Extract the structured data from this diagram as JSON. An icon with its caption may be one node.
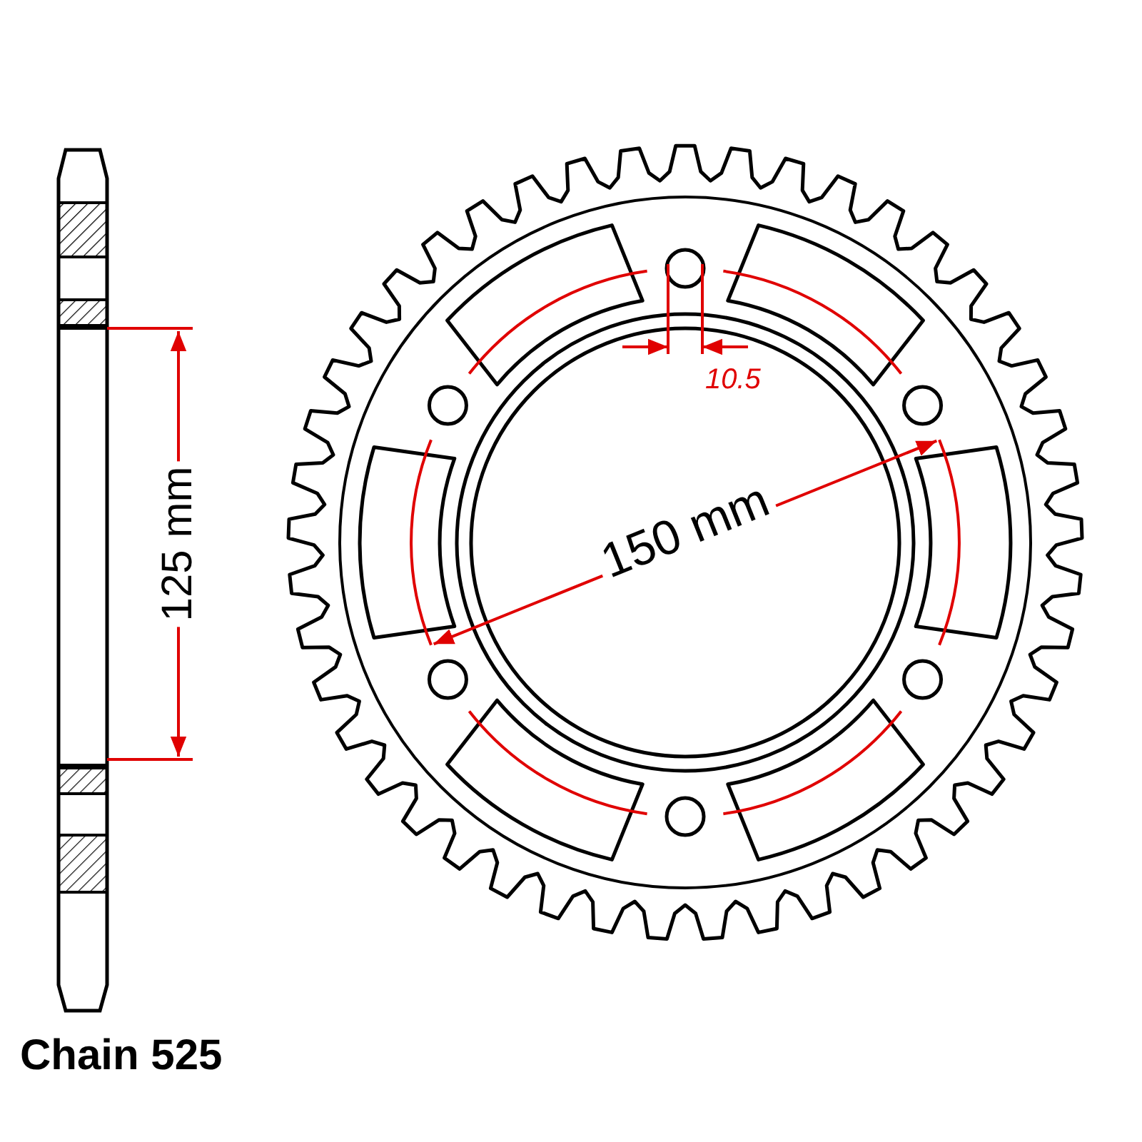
{
  "diagram": {
    "labels": [
      "10.5",
      "125 mm",
      "150 mm",
      "Chain 525"
    ]
  }
}
